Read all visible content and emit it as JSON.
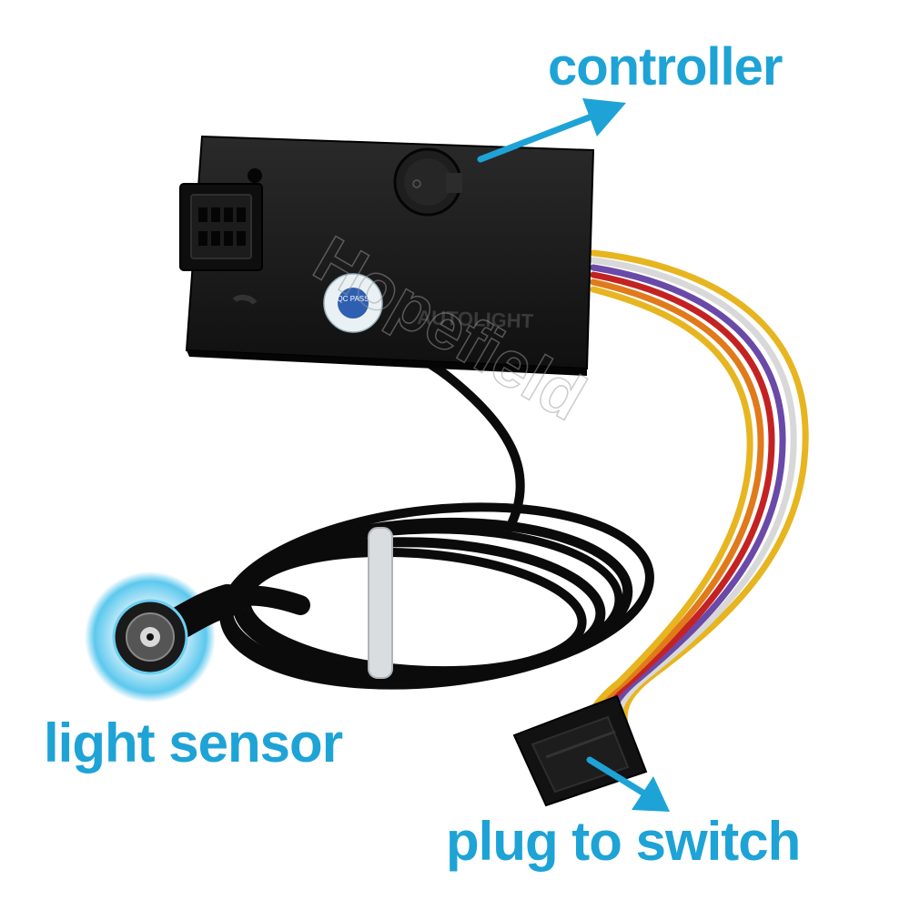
{
  "labels": {
    "controller": "controller",
    "light_sensor": "light sensor",
    "plug_to_switch": "plug to switch"
  },
  "device": {
    "brand_text": "AUTOLIGHT",
    "qc_sticker": "QC PASS",
    "watermark": "Hopefield"
  },
  "colors": {
    "label": "#1ea3d6",
    "device_body": "#141414",
    "sensor_glow": "#5cc8ee",
    "wire_yellow": "#e6b520",
    "wire_orange": "#e07a1a",
    "wire_red": "#c42222",
    "wire_purple": "#6a4aa8",
    "wire_white": "#d8d8d8",
    "cable_tie": "#d9dde0"
  },
  "icons": {
    "controller_arrow": "arrow-right-up",
    "plug_arrow": "arrow-right-down"
  }
}
